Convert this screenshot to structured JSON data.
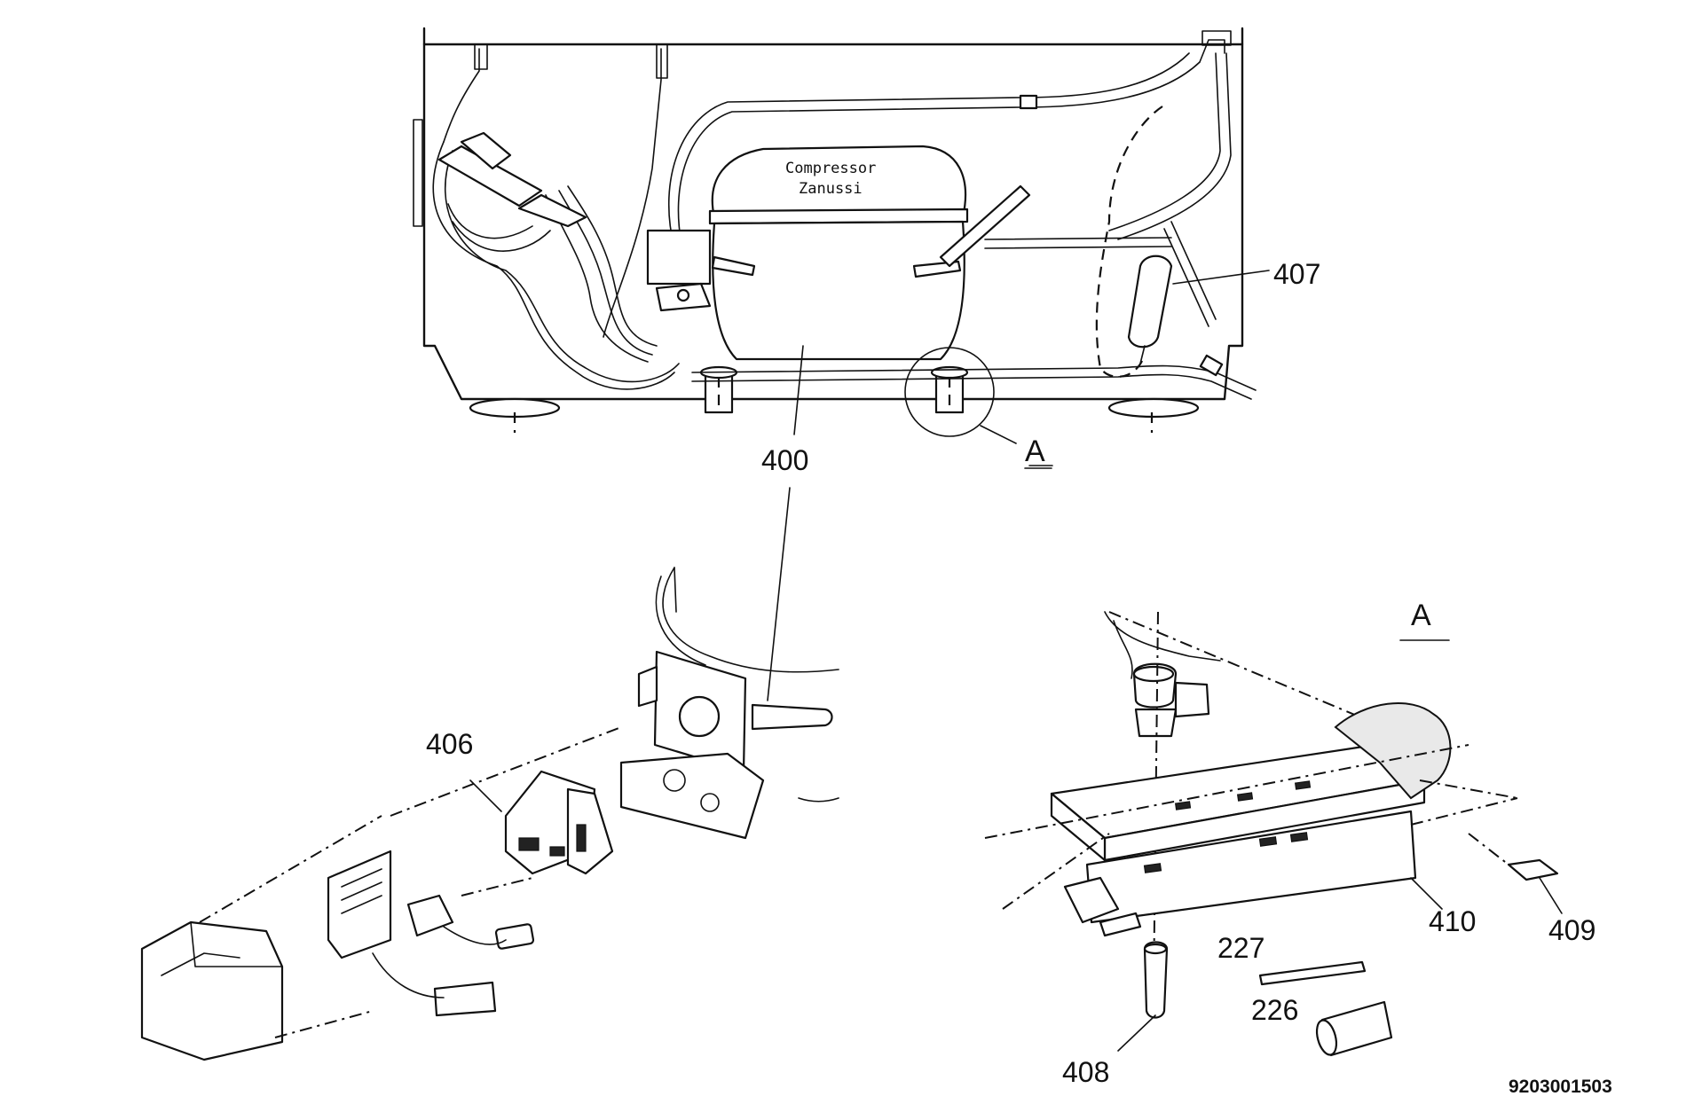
{
  "compressor": {
    "brand_line1": "Compressor",
    "brand_line2": "Zanussi"
  },
  "callouts": {
    "c400": "400",
    "c406": "406",
    "c407": "407",
    "c408": "408",
    "c409": "409",
    "c410": "410",
    "c226": "226",
    "c227": "227",
    "detail_ref": "A",
    "detail_title": "A"
  },
  "drawing_code": "9203001503"
}
